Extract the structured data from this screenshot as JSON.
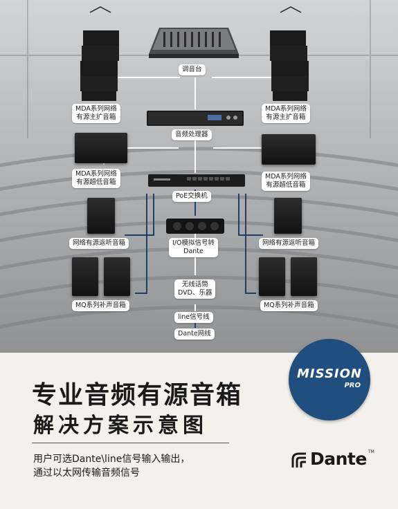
{
  "nodes": {
    "mixer": "调音台",
    "processor": "音频处理器",
    "poe_switch": "PoE交换机",
    "io_converter": "I/O模拟信号转\nDante",
    "wireless": "无线话筒\nDVD、乐器",
    "left_main": "MDA系列网络\n有源主扩音箱",
    "right_main": "MDA系列网络\n有源主扩音箱",
    "left_sub": "MDA系列网络\n有源超低音箱",
    "right_sub": "MDA系列网络\n有源超低音箱",
    "left_monitor": "网络有源返听音箱",
    "right_monitor": "网络有源返听音箱",
    "left_fill": "MQ系列补声音箱",
    "right_fill": "MQ系列补声音箱"
  },
  "legend": {
    "line": "line信号线",
    "dante": "Dante网线"
  },
  "title": {
    "line1": "专业音频有源音箱",
    "line2": "解决方案示意图"
  },
  "description": {
    "line1": "用户可选Dante\\line信号输入输出，",
    "line2": "通过以太网传输音频信号"
  },
  "logos": {
    "brand_main": "MISSION",
    "brand_sub": "PRO",
    "dante_text": "Dante",
    "dante_tm": "TM"
  },
  "colors": {
    "line_signal": "#ffffff",
    "dante_cable": "#1e3f66",
    "logo_bg": "#1f4e7f"
  },
  "icons": {
    "speaker": "line-array-speaker-icon",
    "mixer": "mixer-console-icon",
    "dante_logo": "dante-logo-icon"
  }
}
